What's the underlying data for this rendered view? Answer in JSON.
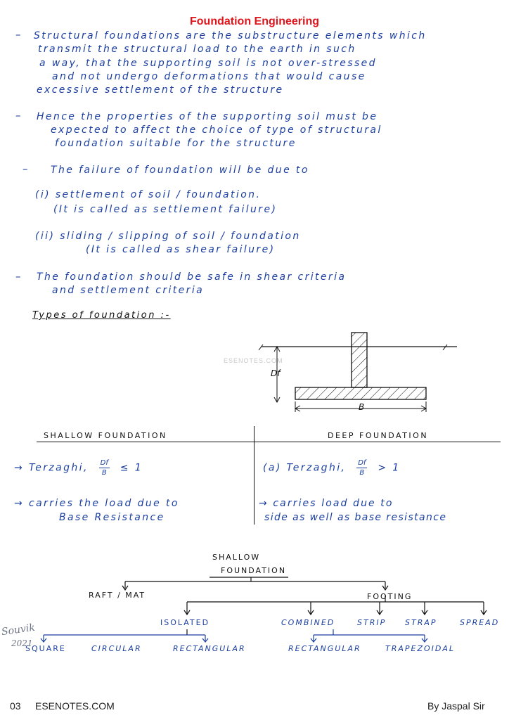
{
  "title": "Foundation Engineering",
  "points": [
    {
      "lines": [
        "Structural foundations are the substructure elements which",
        "transmit the structural load to the earth in such",
        "a way, that the supporting soil is not over-stressed",
        "and not undergo deformations that would cause",
        "excessive settlement of the structure"
      ]
    },
    {
      "lines": [
        "Hence the properties of the supporting soil must be",
        "expected to affect the choice of type of structural",
        "foundation suitable for the structure"
      ]
    },
    {
      "lines": [
        "The failure of foundation will be due to"
      ]
    }
  ],
  "failures": [
    {
      "label": "(i) settlement of soil / foundation.",
      "note": "(It is called as settlement failure)"
    },
    {
      "label": "(ii) sliding / slipping of soil / foundation",
      "note": "(It is called as shear failure)"
    }
  ],
  "safe_point": {
    "lines": [
      "The foundation should be safe in shear criteria",
      "and settlement criteria"
    ]
  },
  "types_heading": "Types of foundation :-",
  "watermark": "ESENOTES.COM",
  "diagram": {
    "depth_label": "Df",
    "width_label": "B"
  },
  "comparison": {
    "shallow": {
      "heading": "SHALLOW FOUNDATION",
      "terzaghi": "→ Terzaghi,",
      "cond": "≤ 1",
      "carries_1": "→ carries the load due to",
      "carries_2": "Base Resistance"
    },
    "deep": {
      "heading": "DEEP FOUNDATION",
      "terzaghi": "(a) Terzaghi,",
      "cond": "> 1",
      "carries_1": "→ carries load due to",
      "carries_2": "side as well as base resistance"
    },
    "frac_num": "Df",
    "frac_den": "B"
  },
  "tree": {
    "root_1": "SHALLOW",
    "root_2": "FOUNDATION",
    "raft": "RAFT / MAT",
    "footing": "FOOTING",
    "isolated": "ISOLATED",
    "combined": "COMBINED",
    "strip": "STRIP",
    "strap": "STRAP",
    "spread": "SPREAD",
    "square": "SQUARE",
    "circular": "CIRCULAR",
    "rectangular": "RECTANGULAR",
    "rectangular2": "RECTANGULAR",
    "trapezoidal": "TRAPEZOIDAL"
  },
  "signature": {
    "name": "Souvik",
    "year": "2021"
  },
  "footer": {
    "page": "03",
    "site": "ESENOTES.COM",
    "author": "By Jaspal Sir"
  }
}
